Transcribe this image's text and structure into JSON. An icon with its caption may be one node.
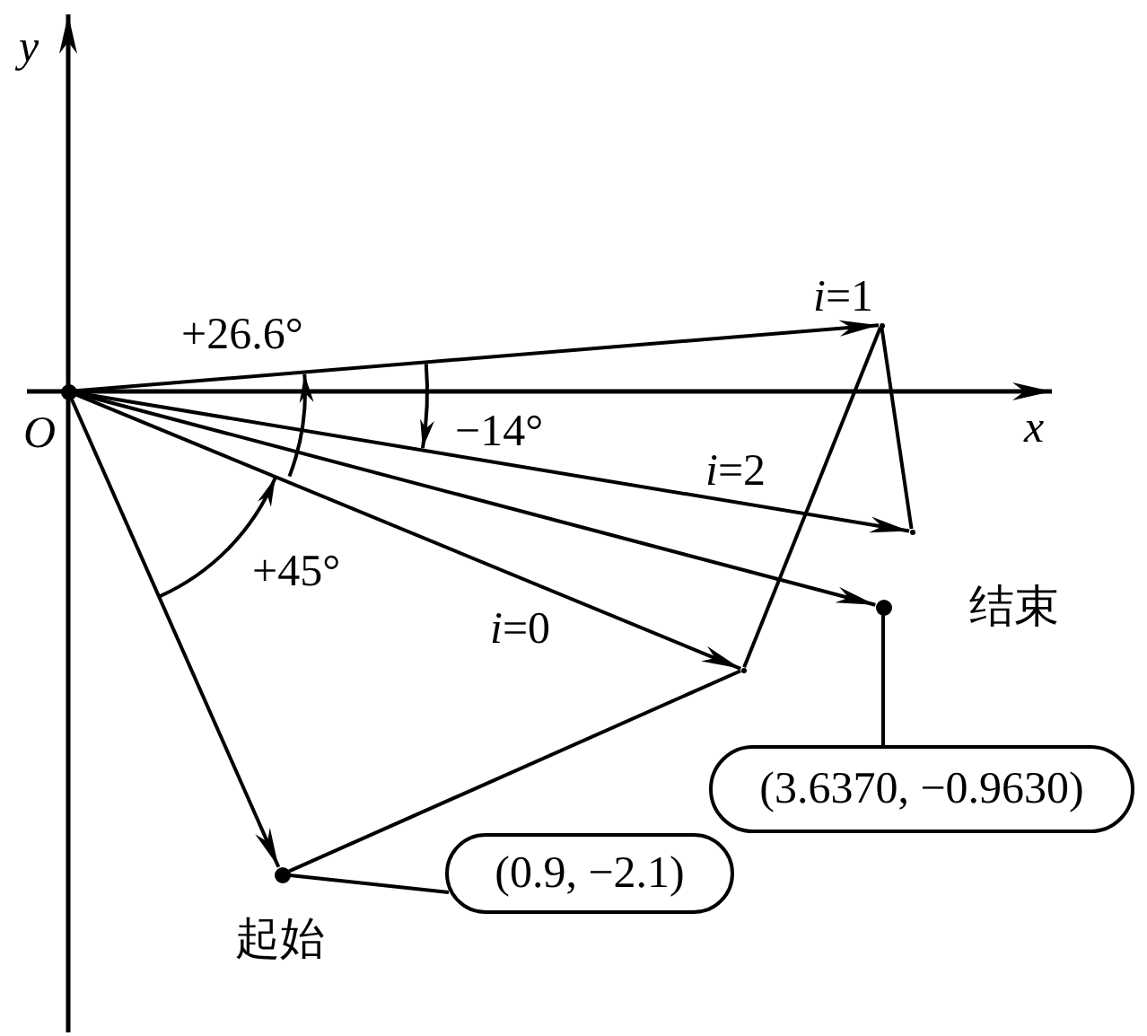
{
  "diagram": {
    "nodes": [
      {
        "text": [],
        "shape": "dot",
        "beside": [
          "O"
        ]
      },
      {
        "text": [],
        "shape": "dot",
        "beside": [
          "起始"
        ]
      },
      {
        "text": [],
        "shape": "dot",
        "beside": [
          "结束"
        ]
      },
      {
        "text": [],
        "shape": "vertex"
      },
      {
        "text": [],
        "shape": "vertex"
      },
      {
        "text": [],
        "shape": "vertex"
      },
      {
        "text": [
          "(0.9, −2.1)"
        ]
      },
      {
        "text": [
          "(3.6370, −0.9630)"
        ]
      }
    ],
    "edges": [
      {
        "from": 0,
        "to": 1,
        "arrow": "to"
      },
      {
        "from": 0,
        "to": 3,
        "arrow": "to",
        "label": "*i*=0"
      },
      {
        "from": 0,
        "to": 4,
        "arrow": "to",
        "label": "*i*=1"
      },
      {
        "from": 0,
        "to": 5,
        "arrow": "to",
        "label": "*i*=2"
      },
      {
        "from": 0,
        "to": 2,
        "arrow": "to"
      },
      {
        "from": 1,
        "to": 3,
        "arrow": "none"
      },
      {
        "from": 3,
        "to": 4,
        "arrow": "none"
      },
      {
        "from": 4,
        "to": 5,
        "arrow": "none"
      },
      {
        "from": 1,
        "to": 6,
        "arrow": "none"
      },
      {
        "from": 2,
        "to": 7,
        "arrow": "none"
      }
    ],
    "labels": [
      "y",
      "x",
      "+26.6°",
      "−14°",
      "+45°"
    ]
  }
}
